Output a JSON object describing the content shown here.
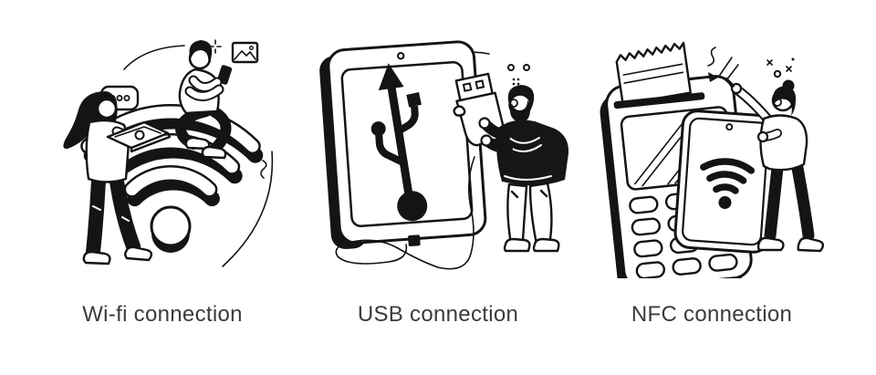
{
  "page": {
    "background": "#ffffff",
    "style": "black-and-white line-art illustration set, abstract concept vector"
  },
  "colors": {
    "ink": "#141414",
    "paper": "#ffffff",
    "caption_text": "#3b3b3b"
  },
  "panels": [
    {
      "id": "wifi",
      "label": "Wi-fi connection",
      "icons": [
        "wifi-symbol",
        "speech-bubble-icon",
        "image-icon",
        "sparkle-icon",
        "motion-swoosh"
      ],
      "figures": [
        "woman-with-laptop",
        "man-sitting-with-phone"
      ]
    },
    {
      "id": "usb",
      "label": "USB connection",
      "icons": [
        "tablet",
        "usb-symbol",
        "usb-plug",
        "usb-cable",
        "sparkle-icon",
        "motion-swoosh"
      ],
      "figures": [
        "man-holding-usb-plug"
      ]
    },
    {
      "id": "nfc",
      "label": "NFC connection",
      "icons": [
        "pos-terminal",
        "receipt",
        "keypad",
        "nfc-phone",
        "nfc-waves-icon",
        "sparkle-icon"
      ],
      "figures": [
        "woman-pointing"
      ]
    }
  ]
}
